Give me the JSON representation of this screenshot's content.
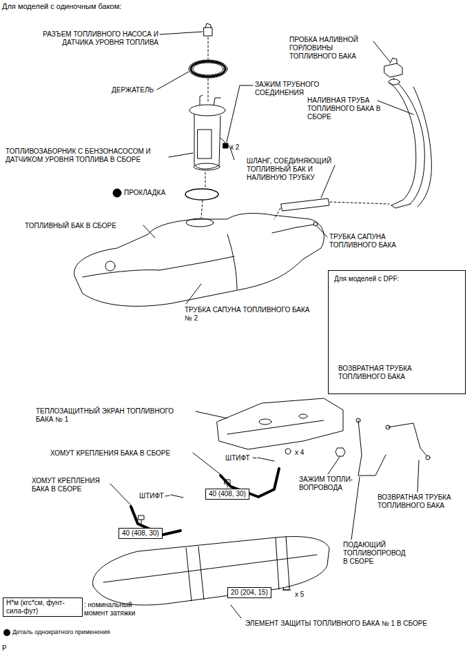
{
  "diagram": {
    "title": "Для моделей с одиночным баком:",
    "nodes": [
      {
        "text": [
          "Для моделей с DPF:",
          "ВОЗВРАТНАЯ ТРУБКА ТОПЛИВНОГО БАКА"
        ]
      },
      {
        "text": [
          "40 (408, 30)"
        ]
      },
      {
        "text": [
          "40 (408, 30)"
        ]
      },
      {
        "text": [
          "20 (204, 15)"
        ]
      },
      {
        "text": [
          "Н*м (кгс*см, фунт-сила-фут)"
        ]
      }
    ],
    "edges": [],
    "labels": [
      "РАЗЪЕМ ТОПЛИВНОГО НАСОСА И ДАТЧИКА УРОВНЯ ТОПЛИВА",
      "ПРОБКА НАЛИВНОЙ ГОРЛОВИНЫ ТОПЛИВНОГО БАКА",
      "ДЕРЖАТЕЛЬ",
      "ЗАЖИМ ТРУБНОГО СОЕДИНЕНИЯ",
      "НАЛИВНАЯ ТРУБА ТОПЛИВНОГО БАКА В СБОРЕ",
      "x 2",
      "ТОПЛИВОЗАБОРНИК С БЕНЗОНАСОСОМ И ДАТЧИКОМ УРОВНЯ ТОПЛИВА В СБОРЕ",
      "ШЛАНГ, СОЕДИНЯЮЩИЙ ТОПЛИВНЫЙ БАК И НАЛИВНУЮ ТРУБКУ",
      "ПРОКЛАДКА",
      "ТОПЛИВНЫЙ БАК В СБОРЕ",
      "ТРУБКА САПУНА ТОПЛИВНОГО БАКА",
      "ТРУБКА САПУНА ТОПЛИВНОГО БАКА № 2",
      "ТЕПЛОЗАЩИТНЫЙ ЭКРАН ТОПЛИВНОГО БАКА № 1",
      "ХОМУТ КРЕПЛЕНИЯ БАКА В СБОРЕ",
      "ШТИФТ",
      "x 4",
      "ХОМУТ КРЕПЛЕНИЯ БАКА В СБОРЕ",
      "ШТИФТ",
      "ЗАЖИМ ТОПЛИ- ВОПРОВОДА",
      "ВОЗВРАТНАЯ ТРУБКА ТОПЛИВНОГО БАКА",
      "ПОДАЮЩИЙ ТОПЛИВОПРОВОД В СБОРЕ",
      "x 5",
      "ЭЛЕМЕНТ ЗАЩИТЫ ТОПЛИВНОГО БАКА № 1 В СБОРЕ",
      "P"
    ],
    "legend": [
      {
        "text": ": номинальный момент затяжки"
      },
      {
        "text": "Деталь однократного применения",
        "color": "#000000"
      }
    ]
  }
}
